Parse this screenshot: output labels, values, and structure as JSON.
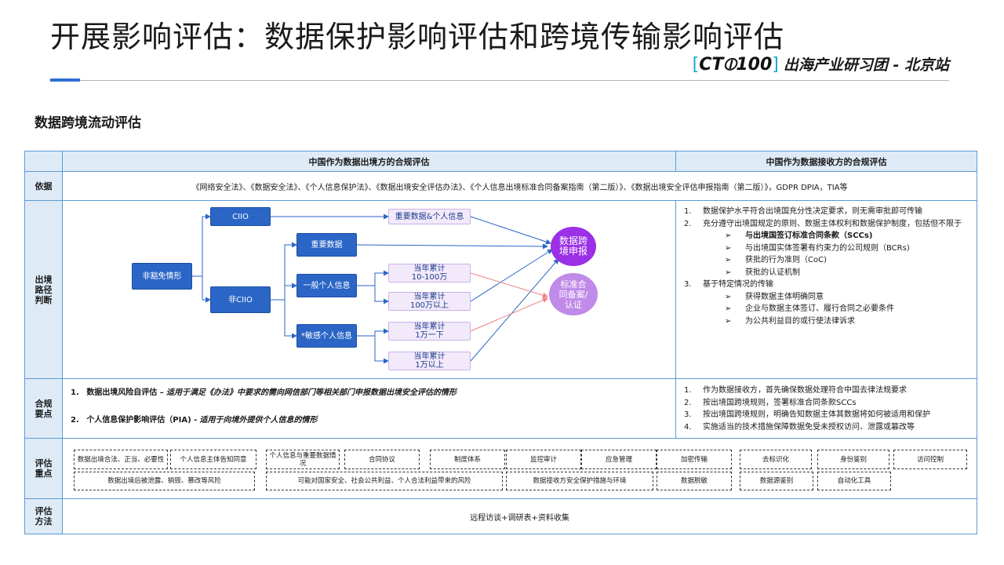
{
  "page": {
    "title": "开展影响评估：数据保护影响评估和跨境传输影响评估",
    "brand": {
      "bracket_left": "[",
      "logo": "CT⦶100",
      "bracket_right": "]",
      "subtitle": "出海产业研习团 - 北京站"
    },
    "section_title": "数据跨境流动评估"
  },
  "table": {
    "col_headers": {
      "outbound": "中国作为数据出境方的合规评估",
      "inbound": "中国作为数据接收方的合规评估"
    },
    "basis": {
      "label": "依据",
      "text": "《网络安全法》、《数据安全法》、《个人信息保护法》、《数据出境安全评估办法》、《个人信息出境标准合同备案指南（第二版）》、《数据出境安全评估申报指南（第二版）》，GDPR DPIA，TIA等"
    },
    "path": {
      "label": "出境\n路径\n判断",
      "flow": {
        "start": "非豁免情形",
        "ciio": "CIIO",
        "non_ciio": "非CIIO",
        "important_personal": "重要数据&个人信息",
        "important_data": "重要数据",
        "general_pi": "一般个人信息",
        "sensitive_pi": "*敏感个人信息",
        "g1": "当年累计\n10-100万",
        "g2": "当年累计\n100万以上",
        "s1": "当年累计\n1万一下",
        "s2": "当年累计\n1万以上",
        "declare": "数据跨\n境申报",
        "filing": "标准合\n同备案/\n认证"
      },
      "inbound_items": [
        {
          "n": "1.",
          "t": "数据保护水平符合出境国充分性决定要求，则无需审批即可传输"
        },
        {
          "n": "2.",
          "t": "充分遵守出境国规定的原则、数据主体权利和数据保护制度，包括但不限于"
        }
      ],
      "inbound_sub2": [
        {
          "t": "与出境国签订标准合同条款（SCCs)",
          "bold": true
        },
        {
          "t": "与出境国实体签署有约束力的公司规则（BCRs)",
          "bold": false
        },
        {
          "t": "获批的行为准则（CoC)",
          "bold": false
        },
        {
          "t": "获批的认证机制",
          "bold": false
        }
      ],
      "inbound_item3": {
        "n": "3.",
        "t": "基于特定情况的传输"
      },
      "inbound_sub3": [
        {
          "t": "获得数据主体明确同意"
        },
        {
          "t": "企业与数据主体签订、履行合同之必要条件"
        },
        {
          "t": "为公共利益目的或行使法律诉求"
        }
      ],
      "arrow": "➢"
    },
    "key_points": {
      "label": "合规\n要点",
      "outbound": [
        {
          "n": "1.",
          "head": "数据出境风险自评估 –",
          "note": "适用于满足《办法》中要求的需向网信部门等相关部门申报数据出境安全评估的情形"
        },
        {
          "n": "2.",
          "head": "个人信息保护影响评估（PIA) -",
          "note": "适用于向境外提供个人信息的情形"
        }
      ],
      "inbound": [
        {
          "n": "1.",
          "t": "作为数据接收方，首先确保数据处理符合中国去律法规要求"
        },
        {
          "n": "2.",
          "t": "按出境国跨境规则，签署标准合同条款SCCs"
        },
        {
          "n": "3.",
          "t": "按出境国跨境规则，明确告知数据主体其数据将如何被适用和保护"
        },
        {
          "n": "4.",
          "t": "实施适当的技术措施保障数据免受未授权访问、泄露或篡改等"
        }
      ]
    },
    "focus": {
      "label": "评估\n重点",
      "row1": [
        "数据出境合法、正当、必要性",
        "个人信息主体告知同意",
        "个人信息与重要数据情况",
        "合同协议",
        "制度体系",
        "监控审计",
        "应急管理",
        "加密传输",
        "去标识化",
        "身份鉴别",
        "访问控制"
      ],
      "row2": [
        "数据出境后被泄露、销毁、篡改等风险",
        "可能对国家安全、社会公共利益、个人合法利益带来的风险",
        "数据接收方安全保护措施与环境",
        "数据脱敏",
        "数据源鉴别",
        "自动化工具"
      ]
    },
    "method": {
      "label": "评估\n方法",
      "text": "远程访谈+调研表+资料收集"
    }
  },
  "colors": {
    "accent": "#2f6fd1",
    "header_fill": "#deebf7",
    "border": "#5b9bd5",
    "flow_box": "#2b66c7",
    "declare_circle": "#9b30e6",
    "filing_circle": "#c08ae8",
    "red_arrow": "#f08080"
  }
}
